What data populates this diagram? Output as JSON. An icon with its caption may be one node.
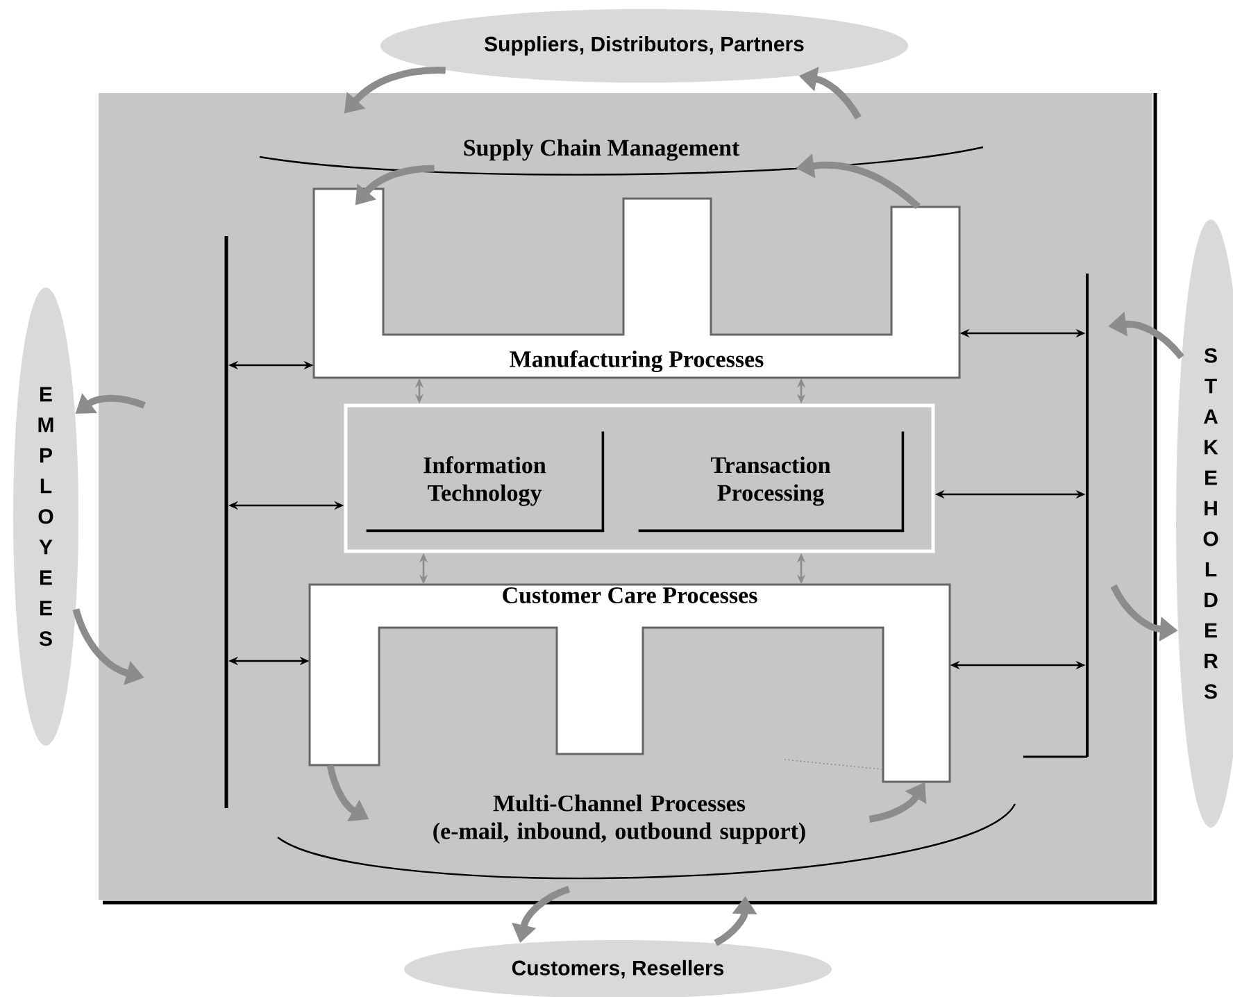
{
  "diagram": {
    "nodes": [
      {
        "text": [
          "Suppliers, Distributors, Partners"
        ]
      },
      {
        "text": [
          "EMPLOYEES"
        ]
      },
      {
        "text": [
          "STAKEHOLDERS"
        ]
      },
      {
        "text": [
          "Customers, Resellers"
        ]
      },
      {
        "text": [
          "Supply Chain Management"
        ]
      },
      {
        "text": [
          "Manufacturing Processes"
        ]
      },
      {
        "text": [],
        "shape": "box"
      },
      {
        "text": [
          "Information Technology"
        ],
        "in": 6
      },
      {
        "text": [
          "Transaction Processing"
        ],
        "in": 6
      },
      {
        "text": [
          "Customer Care Processes"
        ]
      },
      {
        "text": [
          "Multi-Channel Processes",
          "(e-mail, inbound, outbound support)"
        ]
      },
      {
        "text": [],
        "shape": "bar"
      },
      {
        "text": [],
        "shape": "bar"
      }
    ],
    "edges": [
      {
        "from": 0,
        "to": 4,
        "arrow": "to"
      },
      {
        "from": 4,
        "to": 0,
        "arrow": "to"
      },
      {
        "from": 4,
        "to": 5,
        "arrow": "to"
      },
      {
        "from": 5,
        "to": 4,
        "arrow": "to"
      },
      {
        "from": null,
        "to": 1,
        "arrow": "to"
      },
      {
        "from": 1,
        "to": null,
        "arrow": "to"
      },
      {
        "from": 2,
        "to": null,
        "arrow": "to"
      },
      {
        "from": null,
        "to": 2,
        "arrow": "to"
      },
      {
        "from": 10,
        "to": 3,
        "arrow": "to"
      },
      {
        "from": 3,
        "to": 10,
        "arrow": "to"
      },
      {
        "from": 9,
        "to": 10,
        "arrow": "to"
      },
      {
        "from": 10,
        "to": 9,
        "arrow": "to"
      },
      {
        "from": 11,
        "to": 5,
        "arrow": "both",
        "color": "#000000"
      },
      {
        "from": 11,
        "to": 6,
        "arrow": "both",
        "color": "#000000"
      },
      {
        "from": 11,
        "to": 9,
        "arrow": "both",
        "color": "#000000"
      },
      {
        "from": 5,
        "to": 12,
        "arrow": "both",
        "color": "#000000"
      },
      {
        "from": 6,
        "to": 12,
        "arrow": "both",
        "color": "#000000"
      },
      {
        "from": 9,
        "to": 12,
        "arrow": "both",
        "color": "#000000"
      },
      {
        "from": 5,
        "to": 6,
        "arrow": "both"
      },
      {
        "from": 5,
        "to": 6,
        "arrow": "both"
      },
      {
        "from": 6,
        "to": 9,
        "arrow": "both"
      },
      {
        "from": 6,
        "to": 9,
        "arrow": "both"
      }
    ]
  }
}
